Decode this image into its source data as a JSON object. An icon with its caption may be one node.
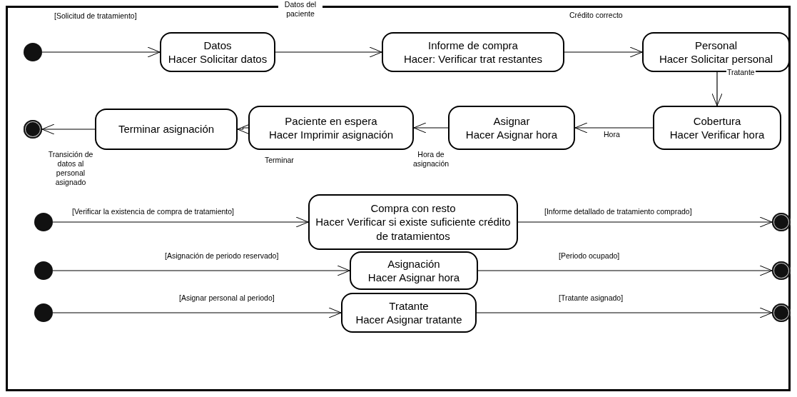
{
  "diagram": {
    "nodes": [
      {
        "text": [],
        "shape": "circle"
      },
      {
        "text": [
          "Datos",
          "Hacer Solicitar datos"
        ]
      },
      {
        "text": [
          "Informe de compra",
          "Hacer: Verificar trat restantes"
        ]
      },
      {
        "text": [
          "Personal",
          "Hacer Solicitar personal"
        ]
      },
      {
        "text": [
          "Cobertura",
          "Hacer Verificar hora"
        ]
      },
      {
        "text": [
          "Asignar",
          "Hacer Asignar hora"
        ]
      },
      {
        "text": [
          "Paciente en espera",
          "Hacer Imprimir asignación"
        ]
      },
      {
        "text": [
          "Terminar asignación"
        ]
      },
      {
        "text": [],
        "shape": "circle"
      },
      {
        "text": [],
        "shape": "circle"
      },
      {
        "text": [
          "Compra con resto",
          "Hacer Verificar si existe suficiente crédito de tratamientos"
        ]
      },
      {
        "text": [],
        "shape": "circle"
      },
      {
        "text": [],
        "shape": "circle"
      },
      {
        "text": [
          "Asignación",
          "Hacer Asignar hora"
        ]
      },
      {
        "text": [],
        "shape": "circle"
      },
      {
        "text": [],
        "shape": "circle"
      },
      {
        "text": [
          "Tratante",
          "Hacer Asignar tratante"
        ]
      },
      {
        "text": [],
        "shape": "circle"
      }
    ],
    "edges": [
      {
        "from": 0,
        "to": 1,
        "arrow": "to",
        "label": "[Solicitud de tratamiento]"
      },
      {
        "from": 1,
        "to": 2,
        "arrow": "to",
        "label": "Datos del paciente"
      },
      {
        "from": 2,
        "to": 3,
        "arrow": "to",
        "label": "Crédito correcto"
      },
      {
        "from": 3,
        "to": 4,
        "arrow": "to",
        "label": "Tratante"
      },
      {
        "from": 4,
        "to": 5,
        "arrow": "to",
        "label": "Hora"
      },
      {
        "from": 5,
        "to": 6,
        "arrow": "to",
        "label": "Hora de asignación"
      },
      {
        "from": 6,
        "to": 7,
        "arrow": "to",
        "label": "Terminar"
      },
      {
        "from": 7,
        "to": 8,
        "arrow": "to",
        "label": "Transición de datos al personal asignado"
      },
      {
        "from": 9,
        "to": 10,
        "arrow": "to",
        "label": "[Verificar la existencia de compra de tratamiento]"
      },
      {
        "from": 10,
        "to": 11,
        "arrow": "to",
        "label": "[Informe detallado de tratamiento comprado]"
      },
      {
        "from": 12,
        "to": 13,
        "arrow": "to",
        "label": "[Asignación de periodo reservado]"
      },
      {
        "from": 13,
        "to": 14,
        "arrow": "to",
        "label": "[Periodo ocupado]"
      },
      {
        "from": 15,
        "to": 16,
        "arrow": "to",
        "label": "[Asignar personal al periodo]"
      },
      {
        "from": 16,
        "to": 17,
        "arrow": "to",
        "label": "[Tratante asignado]"
      }
    ]
  }
}
